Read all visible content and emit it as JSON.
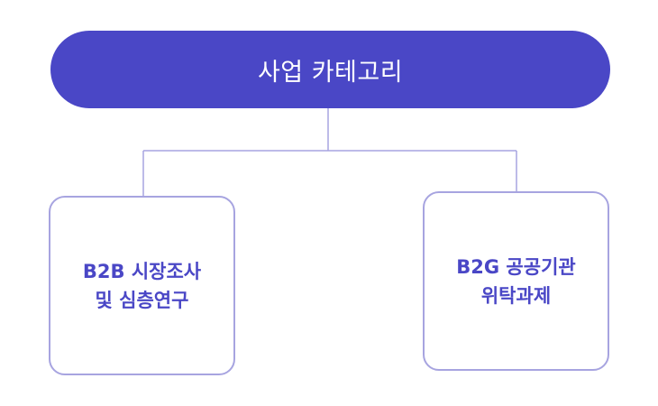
{
  "root": {
    "label": "사업 카테고리"
  },
  "branches": [
    {
      "line1": "B2B 시장조사",
      "line2": "및 심층연구"
    },
    {
      "line1": "B2G 공공기관",
      "line2": "위탁과제"
    }
  ],
  "colors": {
    "primary": "#4a47c6",
    "border": "#a7a4e0",
    "connector": "#a7a4e0",
    "background": "#ffffff"
  }
}
